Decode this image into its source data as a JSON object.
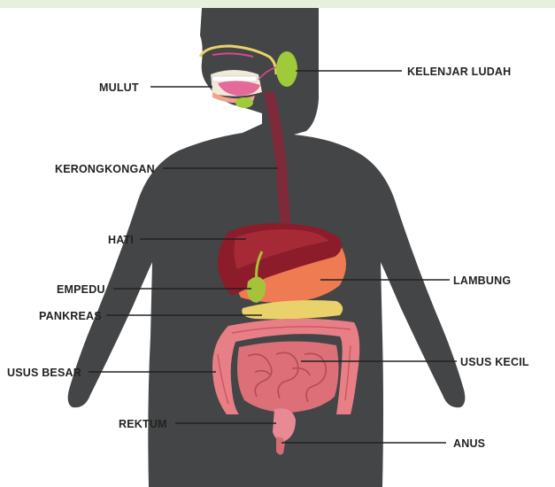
{
  "colors": {
    "body": "#444546",
    "esophagus": "#7e2a3a",
    "liver": "#8c1c2a",
    "stomach": "#ef7b52",
    "pancreas": "#ead26a",
    "gallbladder": "#a6c23a",
    "intestine": "#e87f86",
    "salivary": "#9fca3a",
    "label": "#222222"
  },
  "labels": {
    "mulut": "MULUT",
    "kelenjar_ludah": "KELENJAR LUDAH",
    "kerongkongan": "KERONGKONGAN",
    "hati": "HATI",
    "lambung": "LAMBUNG",
    "empedu": "EMPEDU",
    "pankreas": "PANKREAS",
    "usus_besar": "USUS BESAR",
    "usus_kecil": "USUS KECIL",
    "rektum": "REKTUM",
    "anus": "ANUS"
  }
}
